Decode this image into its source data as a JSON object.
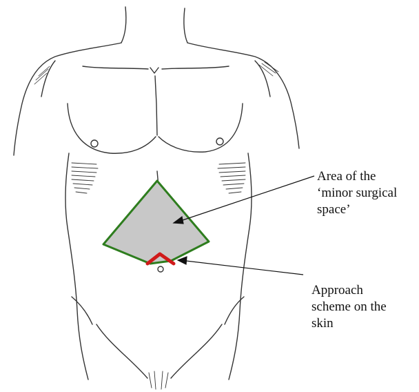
{
  "labels": {
    "area": [
      "Area of the",
      "‘minor surgical",
      "space’"
    ],
    "approach": [
      "Approach",
      "scheme on the",
      "skin"
    ]
  },
  "colors": {
    "area_fill": "#c8c8c8",
    "area_outline": "#2e7d1e",
    "incision": "#d01a1a",
    "sketch_line": "#333333",
    "arrow": "#111111"
  }
}
